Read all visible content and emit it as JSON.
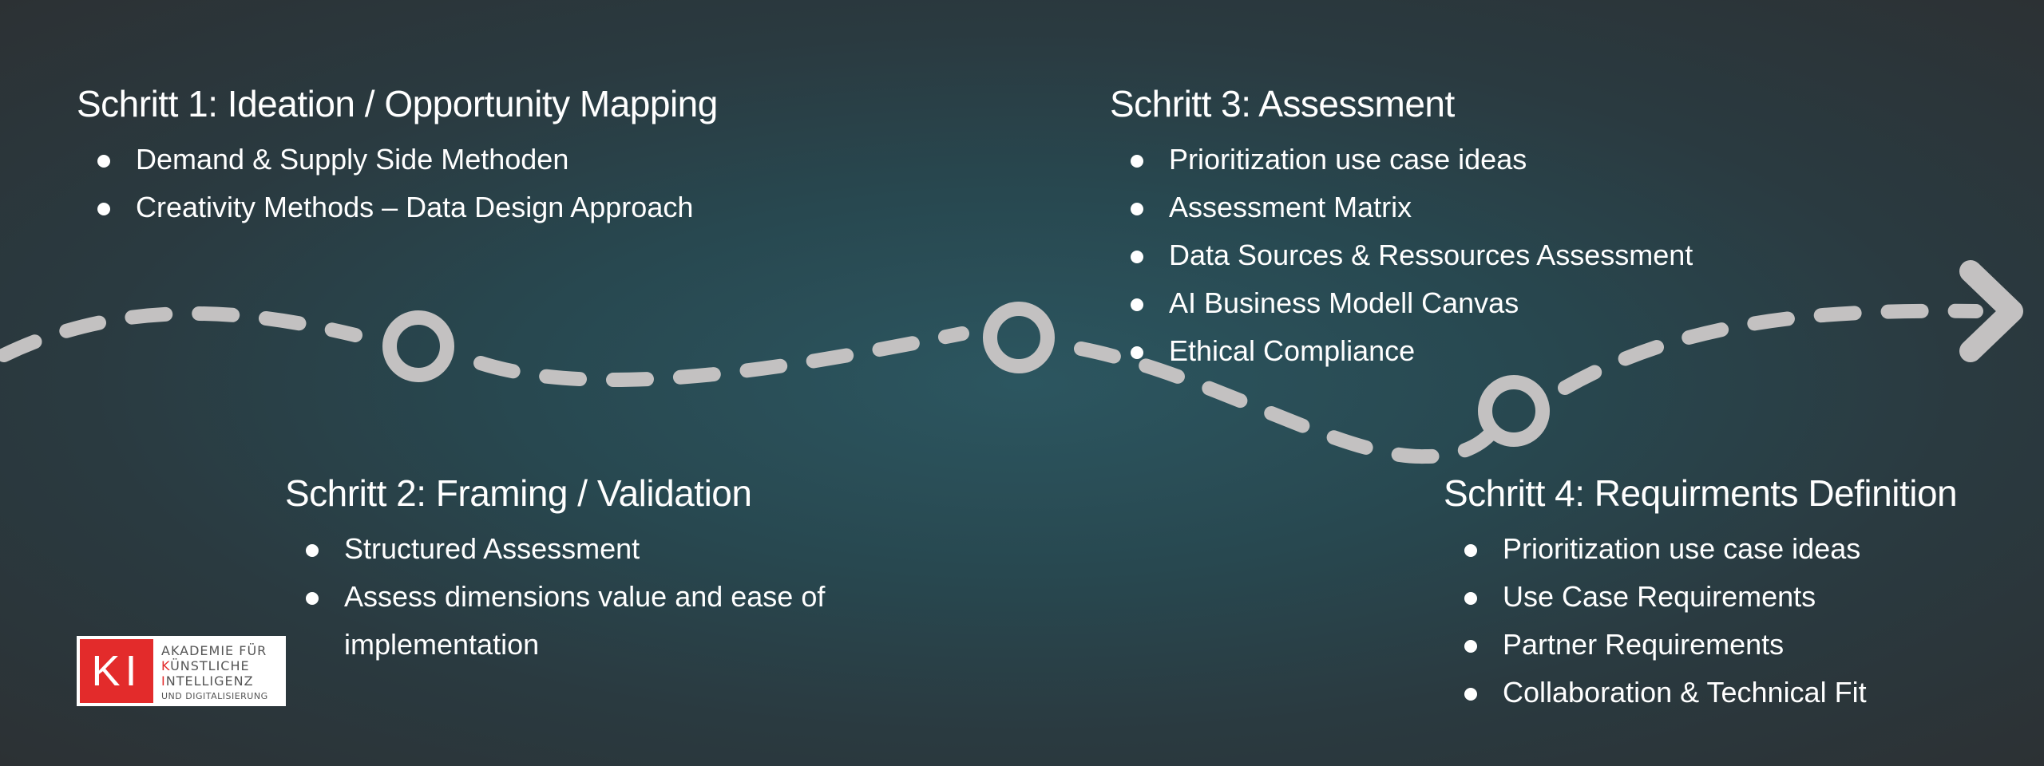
{
  "steps": [
    {
      "title": "Schritt 1: Ideation / Opportunity Mapping",
      "items": [
        "Demand & Supply Side Methoden",
        "Creativity Methods – Data Design Approach"
      ]
    },
    {
      "title": "Schritt 2: Framing / Validation",
      "items": [
        "Structured Assessment",
        "Assess dimensions value and ease of implementation"
      ]
    },
    {
      "title": "Schritt 3: Assessment",
      "items": [
        "Prioritization use case ideas",
        "Assessment Matrix",
        "Data Sources & Ressources Assessment",
        "AI Business Modell Canvas",
        "Ethical Compliance"
      ]
    },
    {
      "title": "Schritt 4: Requirments Definition",
      "items": [
        "Prioritization use case ideas",
        "Use Case Requirements",
        "Partner Requirements",
        "Collaboration & Technical Fit"
      ]
    }
  ],
  "logo": {
    "mark": "KI",
    "line1": "AKADEMIE FÜR",
    "line2_first": "K",
    "line2_rest": "ÜNSTLICHE",
    "line3_first": "I",
    "line3_rest": "NTELLIGENZ",
    "line4": "UND DIGITALISIERUNG"
  },
  "colors": {
    "path": "#c3c1c1",
    "logo_red": "#e32b2b",
    "text": "#ffffff"
  }
}
